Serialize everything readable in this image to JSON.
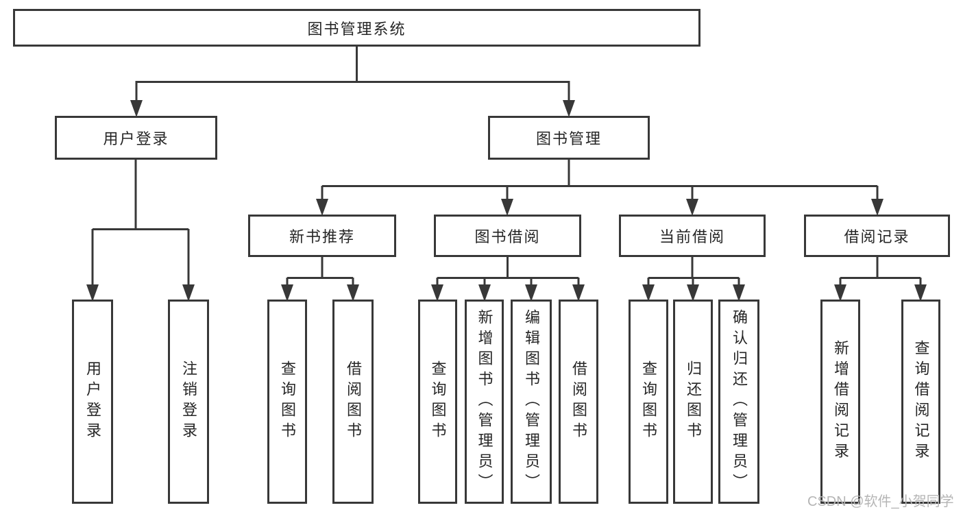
{
  "tree": {
    "root": "图书管理系统",
    "branches": [
      {
        "label": "用户登录",
        "children": [
          "用户登录",
          "注销登录"
        ]
      },
      {
        "label": "图书管理",
        "sections": [
          {
            "label": "新书推荐",
            "children": [
              "查询图书",
              "借阅图书"
            ]
          },
          {
            "label": "图书借阅",
            "children": [
              "查询图书",
              "新增图书（管理员）",
              "编辑图书（管理员）",
              "借阅图书"
            ]
          },
          {
            "label": "当前借阅",
            "children": [
              "查询图书",
              "归还图书",
              "确认归还（管理员）"
            ]
          },
          {
            "label": "借阅记录",
            "children": [
              "新增借阅记录",
              "查询借阅记录"
            ]
          }
        ]
      }
    ]
  },
  "watermark": {
    "text": "CSDN @软件_小贺同学"
  },
  "colors": {
    "line": "#383838",
    "text": "#262626",
    "watermark": "#b5b5b5",
    "background": "#ffffff"
  }
}
